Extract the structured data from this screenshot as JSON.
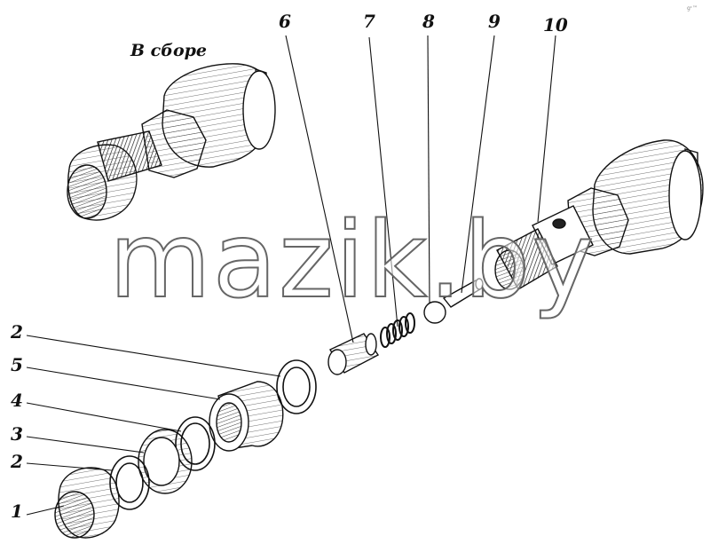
{
  "caption": "В сборе",
  "watermark": "mazik.by",
  "corner_mark": "gᶜ™",
  "labels": {
    "l1": "1",
    "l2a": "2",
    "l2b": "2",
    "l3": "3",
    "l4": "4",
    "l5": "5",
    "l6": "6",
    "l7": "7",
    "l8": "8",
    "l9": "9",
    "l10": "10"
  }
}
